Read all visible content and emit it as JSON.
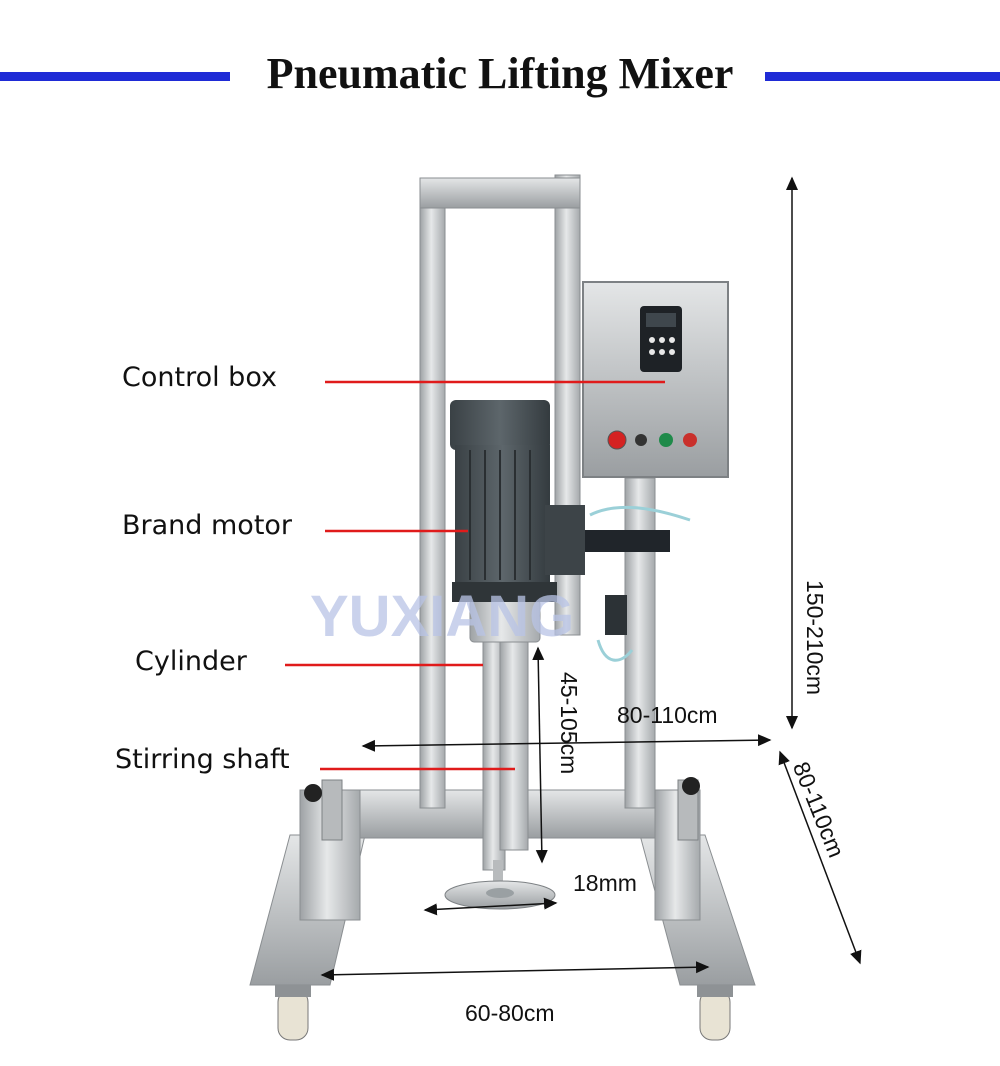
{
  "title": "Pneumatic Lifting Mixer",
  "callouts": {
    "control_box": "Control box",
    "brand_motor": "Brand motor",
    "cylinder": "Cylinder",
    "stirring_shaft": "Stirring shaft"
  },
  "dimensions": {
    "height": "150-210cm",
    "width": "80-110cm",
    "depth": "80-110cm",
    "shaft_stroke": "45-105cm",
    "shaft_diameter": "18mm",
    "base_width": "60-80cm"
  },
  "watermark": "YUXIANG",
  "colors": {
    "title_line": "#1f2bd6",
    "callout_line": "#e01b1b",
    "steel": "#c9cbcd",
    "motor": "#4a5257"
  }
}
